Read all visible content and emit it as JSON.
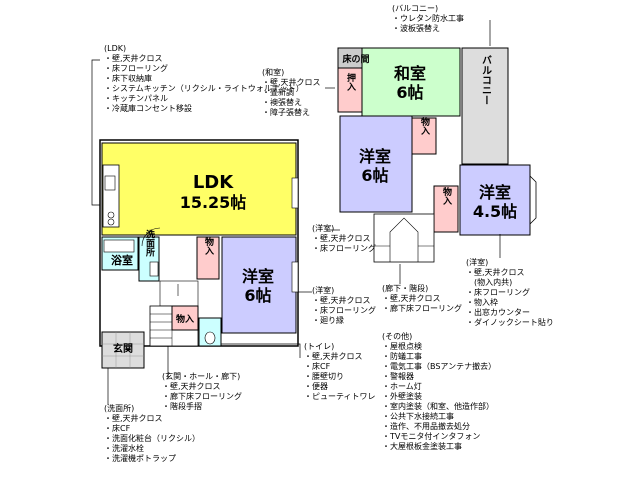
{
  "colors": {
    "ldk": "#ffff66",
    "western": "#ccccff",
    "japanese": "#ccffcc",
    "balcony": "#dddddd",
    "wet": "#ccffff",
    "storage": "#ffcccc",
    "entrance": "#dddddd",
    "tokonoma": "#cccccc"
  },
  "rooms": {
    "ldk_name": "LDK",
    "ldk_size": "15.25帖",
    "west1_name": "洋室",
    "west1_size": "6帖",
    "west2_name": "洋室",
    "west2_size": "6帖",
    "west3_name": "洋室",
    "west3_size": "4.5帖",
    "japanese_name": "和室",
    "japanese_size": "6帖",
    "closet": "押入",
    "storage": "物入",
    "bath": "浴室",
    "washroom": "洗面所",
    "entrance": "玄関",
    "tokonoma": "床の間",
    "balcony": "バルコニー"
  },
  "notes": {
    "ldk": {
      "head": "(LDK)",
      "items": [
        "壁,天井クロス",
        "床フローリング",
        "床下収納庫",
        "システムキッチン（リクシル・ライトウォルナット）",
        "キッチンパネル",
        "冷蔵庫コンセント移設"
      ]
    },
    "japanese": {
      "head": "(和室)",
      "items": [
        "壁,天井クロス",
        "畳新調",
        "襖張替え",
        "障子張替え"
      ]
    },
    "balcony": {
      "head": "(バルコニー)",
      "items": [
        "ウレタン防水工事",
        "波板張替え"
      ]
    },
    "west_a": {
      "head": "(洋室)",
      "items": [
        "壁,天井クロス",
        "床フローリング"
      ]
    },
    "west_b": {
      "head": "(洋室)",
      "items": [
        "壁,天井クロス",
        "床フローリング",
        "廻り縁"
      ]
    },
    "hall2f": {
      "head": "(廊下・階段)",
      "items": [
        "壁,天井クロス",
        "廊下床フローリング"
      ]
    },
    "west_c": {
      "head": "(洋室)",
      "items": [
        "壁,天井クロス",
        "(物入内共)",
        "床フローリング",
        "物入枠",
        "出窓カウンター",
        "ダイノックシート貼り"
      ]
    },
    "toilet": {
      "head": "(トイレ)",
      "items": [
        "壁,天井クロス",
        "床CF",
        "腰壁切り",
        "便器",
        "ピューティトワレ"
      ]
    },
    "entrance": {
      "head": "(玄関・ホール・廊下)",
      "items": [
        "壁,天井クロス",
        "廊下床フローリング",
        "階段手摺"
      ]
    },
    "other": {
      "head": "(その他)",
      "items": [
        "屋根点検",
        "防蟻工事",
        "電気工事（BSアンテナ撤去）",
        "警報器",
        "ホーム灯",
        "外壁塗装",
        "室内塗装（和室、他造作部）",
        "公共下水接続工事",
        "造作、不用品撤去処分",
        "TVモニタ付インタフォン",
        "大屋根板金塗装工事"
      ]
    },
    "washroom": {
      "head": "(洗面所)",
      "items": [
        "壁,天井クロス",
        "床CF",
        "洗面化粧台（リクシル）",
        "洗濯水栓",
        "洗濯機ポトラップ"
      ]
    }
  }
}
